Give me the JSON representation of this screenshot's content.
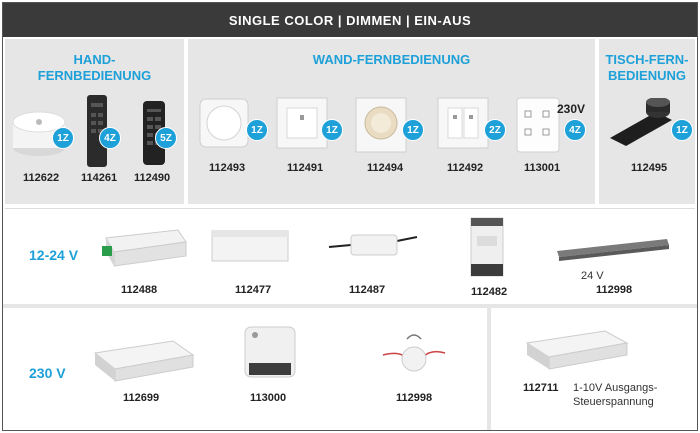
{
  "header": {
    "title": "SINGLE COLOR | DIMMEN | EIN-AUS"
  },
  "sections": {
    "hand": {
      "title_line1": "HAND-",
      "title_line2": "FERNBEDIENUNG"
    },
    "wand": {
      "title": "WAND-FERNBEDIENUNG"
    },
    "tisch": {
      "title_line1": "TISCH-FERN-",
      "title_line2": "BEDIENUNG"
    }
  },
  "remotes": [
    {
      "sku": "112622",
      "badge": "1Z",
      "icon": "round-remote"
    },
    {
      "sku": "114261",
      "badge": "4Z",
      "icon": "handheld-remote"
    },
    {
      "sku": "112490",
      "badge": "5Z",
      "icon": "handheld-remote"
    },
    {
      "sku": "112493",
      "badge": "1Z",
      "icon": "wall-rotary"
    },
    {
      "sku": "112491",
      "badge": "1Z",
      "icon": "wall-switch"
    },
    {
      "sku": "112494",
      "badge": "1Z",
      "icon": "wall-dial"
    },
    {
      "sku": "112492",
      "badge": "2Z",
      "icon": "wall-switch-double"
    },
    {
      "sku": "113001",
      "badge": "4Z",
      "icon": "wall-glass-panel"
    },
    {
      "sku": "112495",
      "badge": "1Z",
      "icon": "desk-remote"
    }
  ],
  "label_230v_wall": "230V",
  "row_1224": {
    "label": "12-24 V",
    "items": [
      {
        "sku": "112488",
        "icon": "controller-module"
      },
      {
        "sku": "112477",
        "icon": "controller-module"
      },
      {
        "sku": "112487",
        "icon": "cable-controller"
      },
      {
        "sku": "112482",
        "icon": "din-rail-module"
      },
      {
        "sku": "112998",
        "icon": "linear-driver",
        "note": "24 V"
      }
    ]
  },
  "row_230": {
    "label": "230 V",
    "items": [
      {
        "sku": "112699",
        "icon": "controller-module"
      },
      {
        "sku": "113000",
        "icon": "flush-module"
      },
      {
        "sku": "112998",
        "icon": "round-driver"
      },
      {
        "sku": "112711",
        "icon": "controller-module",
        "note_line1": "1-10V Ausgangs-",
        "note_line2": "Steuerspannung"
      }
    ]
  },
  "colors": {
    "accent": "#1ea0d8",
    "header_bg": "#3a3a3a",
    "panel_bg": "#e6e6e6"
  }
}
